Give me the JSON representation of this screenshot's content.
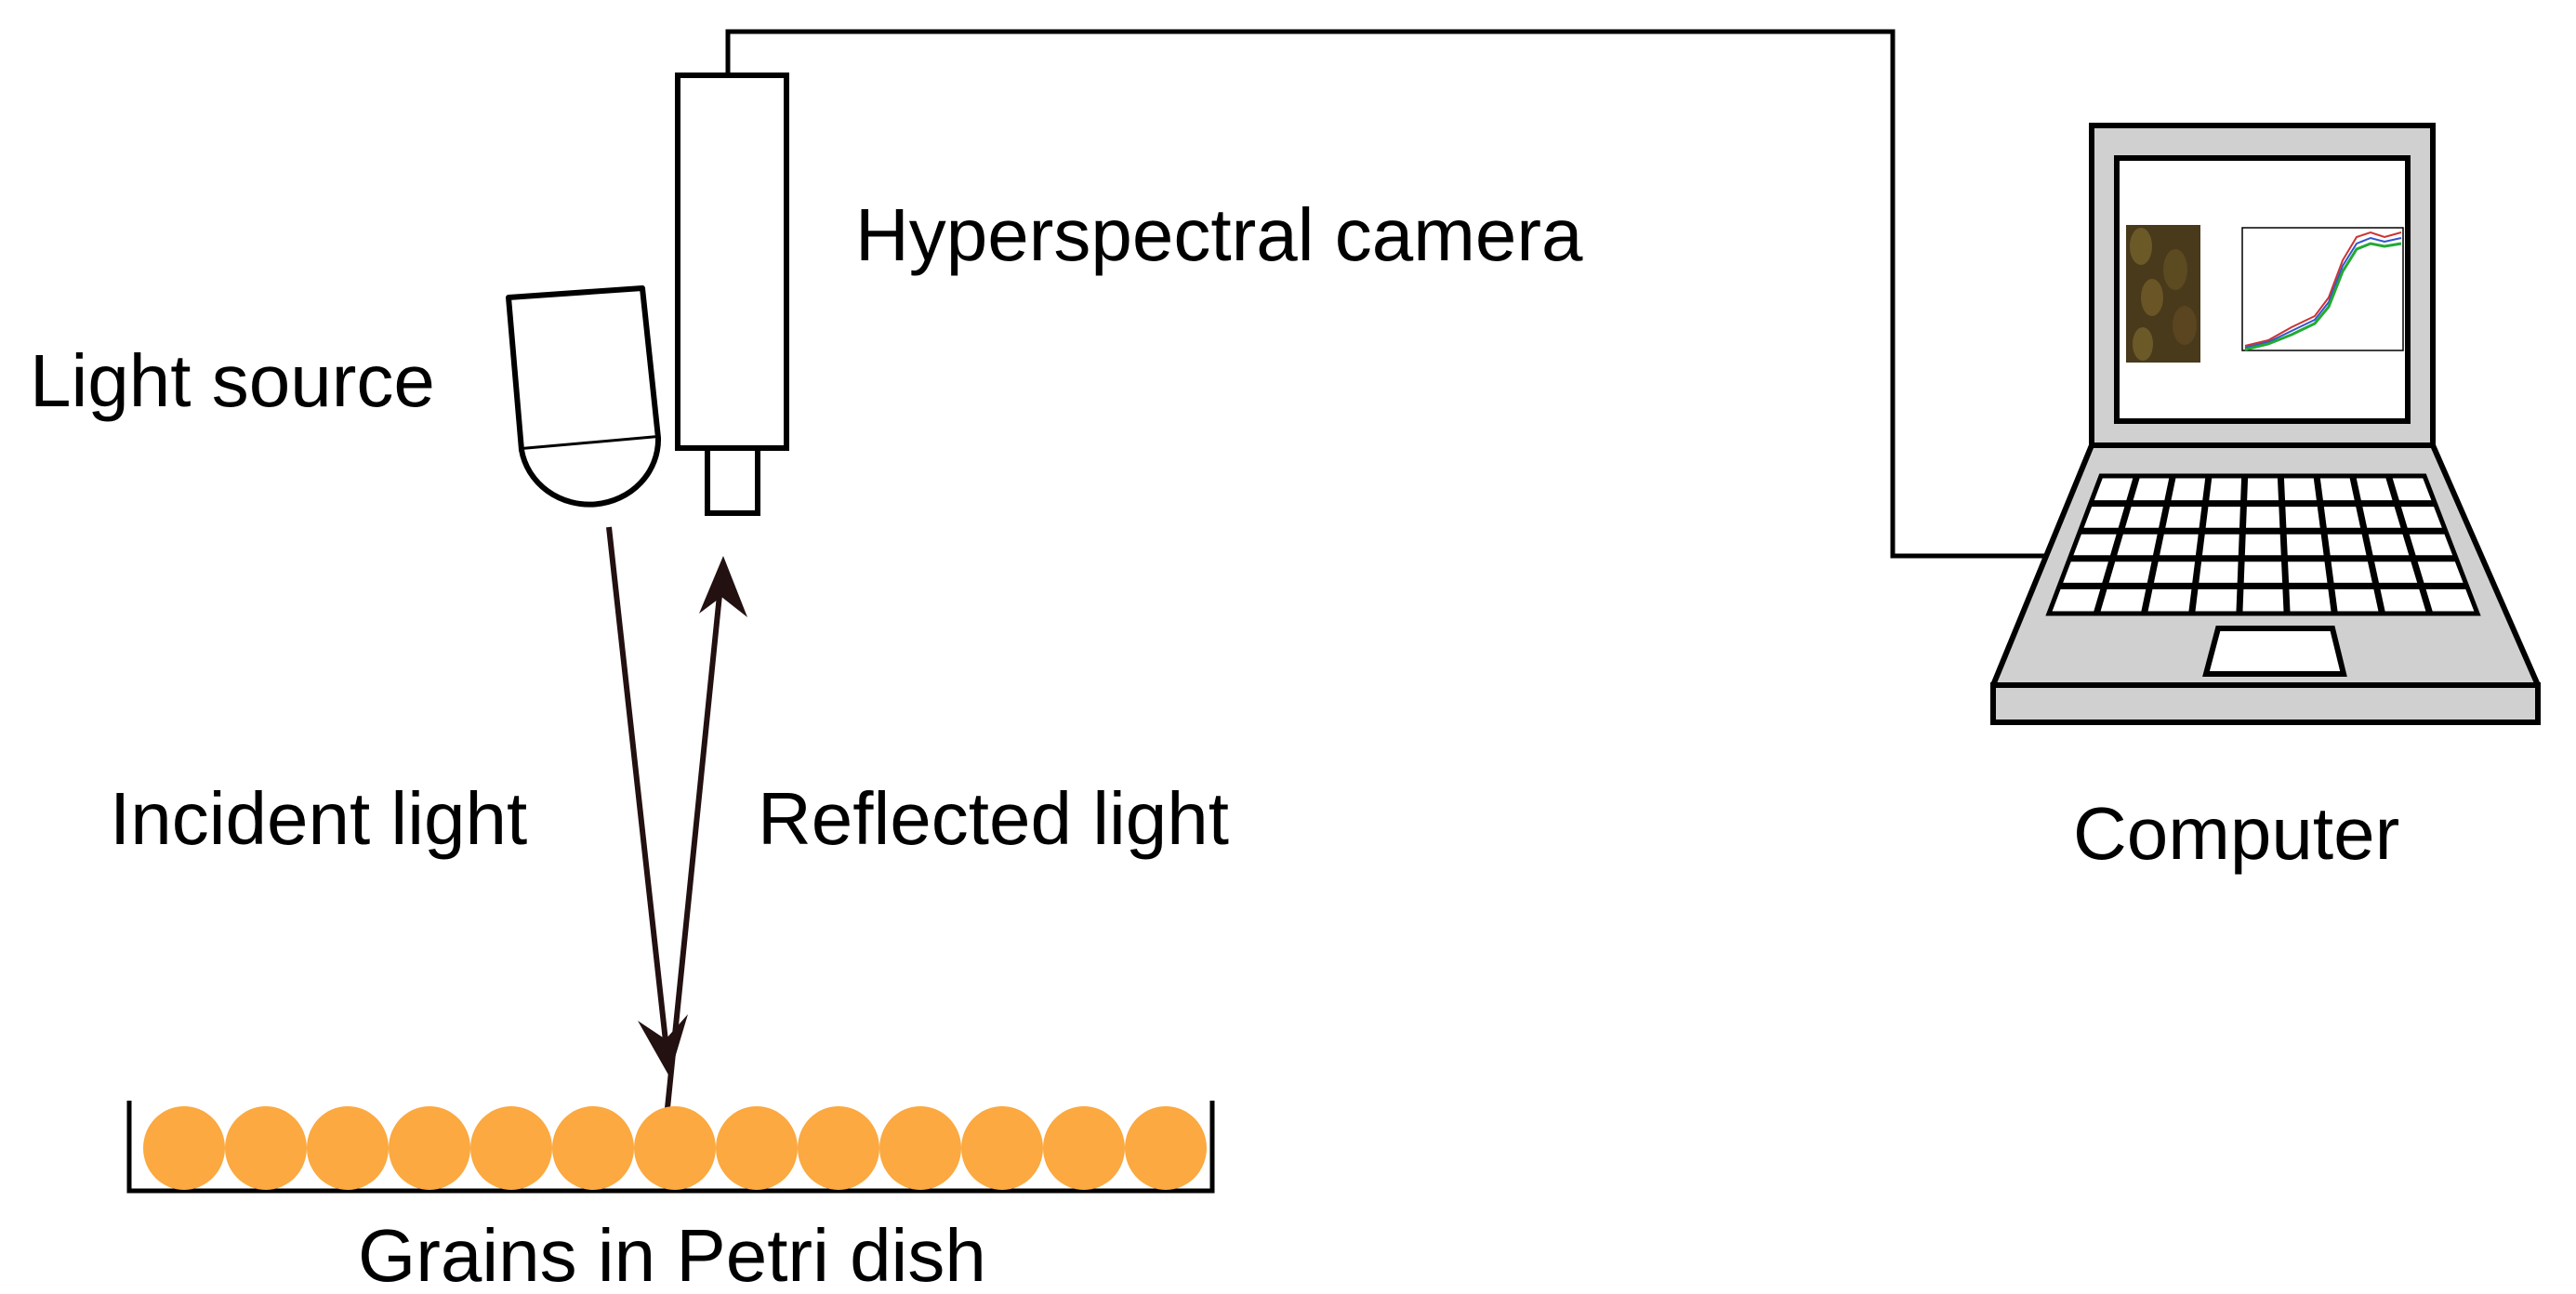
{
  "labels": {
    "camera": "Hyperspectral camera",
    "light_source": "Light source",
    "incident": "Incident light",
    "reflected": "Reflected light",
    "computer": "Computer",
    "dish": "Grains in Petri dish"
  },
  "colors": {
    "grain": "#FBA940",
    "line": "#000000",
    "arrow": "#231010",
    "laptop_body": "#D0D0D0",
    "screen": "#FFFFFF",
    "grain_image": "#4A3A1C",
    "spectrum_green": "#22AA33",
    "spectrum_blue": "#3355CC",
    "spectrum_red": "#CC3333"
  },
  "grains": {
    "count": 13
  },
  "icons": [
    "camera-icon",
    "light-source-icon",
    "laptop-icon",
    "petri-dish-icon",
    "grain-icon"
  ]
}
